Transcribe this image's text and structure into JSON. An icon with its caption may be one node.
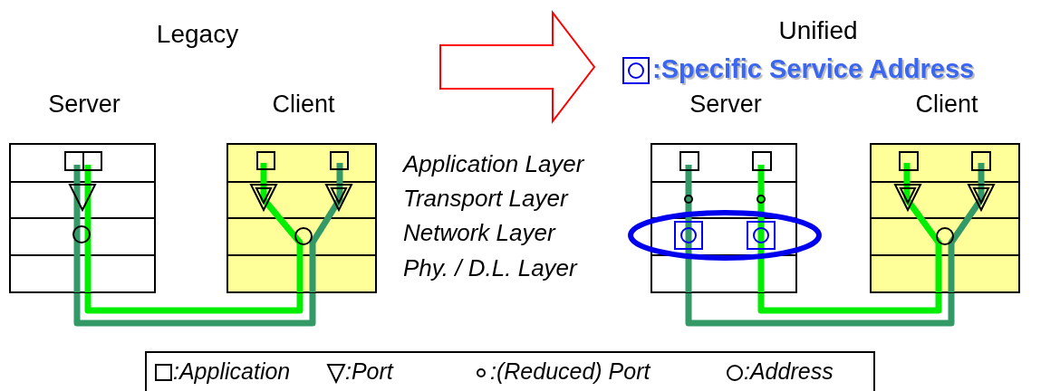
{
  "diagram": {
    "nodes": [
      {
        "text": [
          "Server"
        ]
      },
      {
        "text": [
          "Client"
        ]
      },
      {
        "text": [
          "Server"
        ]
      },
      {
        "text": [
          "Client"
        ]
      }
    ],
    "edges": [
      {
        "from": 0,
        "to": 1,
        "arrow": "none",
        "color": "#339966"
      },
      {
        "from": 0,
        "to": 1,
        "arrow": "none",
        "color": "#00ee00"
      },
      {
        "from": 2,
        "to": 3,
        "arrow": "none",
        "color": "#339966"
      },
      {
        "from": 2,
        "to": 3,
        "arrow": "none",
        "color": "#00ee00"
      }
    ],
    "labels": [
      "Legacy",
      "Unified",
      "Application Layer",
      "Transport Layer",
      "Network Layer",
      "Phy. / D.L. Layer"
    ],
    "legend": [
      {
        "text": ":Specific Service Address"
      },
      {
        "text": ":Application"
      },
      {
        "text": ":Port"
      },
      {
        "text": ":(Reduced) Port"
      },
      {
        "text": ":Address"
      }
    ]
  }
}
